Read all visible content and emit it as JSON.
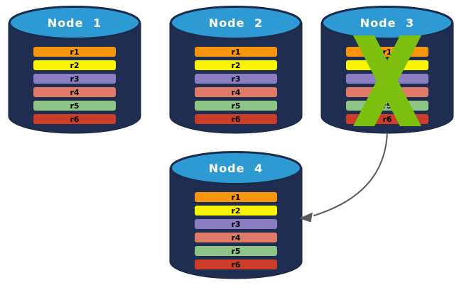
{
  "colors": {
    "background": "#FFFFFF",
    "cylinder_body": "#1F2E50",
    "cylinder_top": "#2E9AD4",
    "title_text": "#FFFFFF",
    "row_text": "#000000",
    "failure_x": "#7CBF0E",
    "arrow": "#58595B"
  },
  "nodes": [
    {
      "label": "Node 1",
      "rows": [
        {
          "label": "r1",
          "color": "#F7950D"
        },
        {
          "label": "r2",
          "color": "#FAF402"
        },
        {
          "label": "r3",
          "color": "#8A7DC2"
        },
        {
          "label": "r4",
          "color": "#DE7A67"
        },
        {
          "label": "r5",
          "color": "#8EC587"
        },
        {
          "label": "r6",
          "color": "#CB3D28"
        }
      ]
    },
    {
      "label": "Node 2",
      "rows": [
        {
          "label": "r1",
          "color": "#F7950D"
        },
        {
          "label": "r2",
          "color": "#FAF402"
        },
        {
          "label": "r3",
          "color": "#8A7DC2"
        },
        {
          "label": "r4",
          "color": "#DE7A67"
        },
        {
          "label": "r5",
          "color": "#8EC587"
        },
        {
          "label": "r6",
          "color": "#CB3D28"
        }
      ]
    },
    {
      "label": "Node 3",
      "rows": [
        {
          "label": "r1",
          "color": "#F7950D"
        },
        {
          "label": "r2",
          "color": "#FAF402"
        },
        {
          "label": "r3",
          "color": "#8A7DC2"
        },
        {
          "label": "r4",
          "color": "#DE7A67"
        },
        {
          "label": "r5",
          "color": "#8EC587"
        },
        {
          "label": "r6",
          "color": "#CB3D28"
        }
      ]
    },
    {
      "label": "Node 4",
      "rows": [
        {
          "label": "r1",
          "color": "#F7950D"
        },
        {
          "label": "r2",
          "color": "#FAF402"
        },
        {
          "label": "r3",
          "color": "#8A7DC2"
        },
        {
          "label": "r4",
          "color": "#DE7A67"
        },
        {
          "label": "r5",
          "color": "#8EC587"
        },
        {
          "label": "r6",
          "color": "#CB3D28"
        }
      ]
    }
  ],
  "failure_marker": {
    "icon": "x-cross",
    "on_node": "Node 3"
  },
  "arrow": {
    "from": "Node 3",
    "to": "Node 4"
  }
}
